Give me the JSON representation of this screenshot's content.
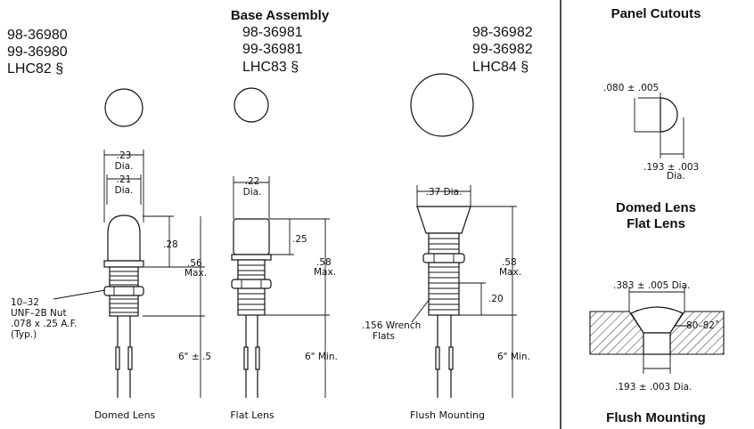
{
  "base_assembly": {
    "title": "Base Assembly",
    "domed": {
      "pn1": "98-36980",
      "pn2": "99-36980",
      "pn3": "LHC82 §",
      "caption": "Domed Lens"
    },
    "flat": {
      "pn1": "98-36981",
      "pn2": "99-36981",
      "pn3": "LHC83 §",
      "caption": "Flat Lens"
    },
    "flush": {
      "pn1": "98-36982",
      "pn2": "99-36982",
      "pn3": "LHC84 §",
      "caption": "Flush Mounting"
    }
  },
  "domed_dims": {
    "d1": ".23",
    "d1b": "Dia.",
    "d2": ".21",
    "d2b": "Dia.",
    "h1": ".28",
    "h2": ".56",
    "h2b": "Max.",
    "lead": "6\" ± .5",
    "nut1": "10–32",
    "nut2": "UNF–2B Nut",
    "nut3": ".078 x .25 A.F.",
    "nut4": "(Typ.)"
  },
  "flat_dims": {
    "d1": ".22",
    "d1b": "Dia.",
    "h1": ".25",
    "h2": ".58",
    "h2b": "Max.",
    "lead": "6\"  Min."
  },
  "flush_dims": {
    "d1": ".37 Dia.",
    "h1": ".58",
    "h1b": "Max.",
    "h2": ".20",
    "lead": "6\"  Min.",
    "wr1": ".156 Wrench",
    "wr2": "Flats"
  },
  "panel": {
    "title": "Panel Cutouts",
    "hole_dim": ".080  ± .005",
    "dia_dim": ".193  ± .003",
    "dia_dim2": "Dia.",
    "lens_title1": "Domed Lens",
    "lens_title2": "Flat Lens",
    "cs_dim": ".383  ± .005 Dia.",
    "angle": "80–82˚",
    "bottom_dim": ".193  ± .003 Dia.",
    "flush_title": "Flush Mounting"
  }
}
